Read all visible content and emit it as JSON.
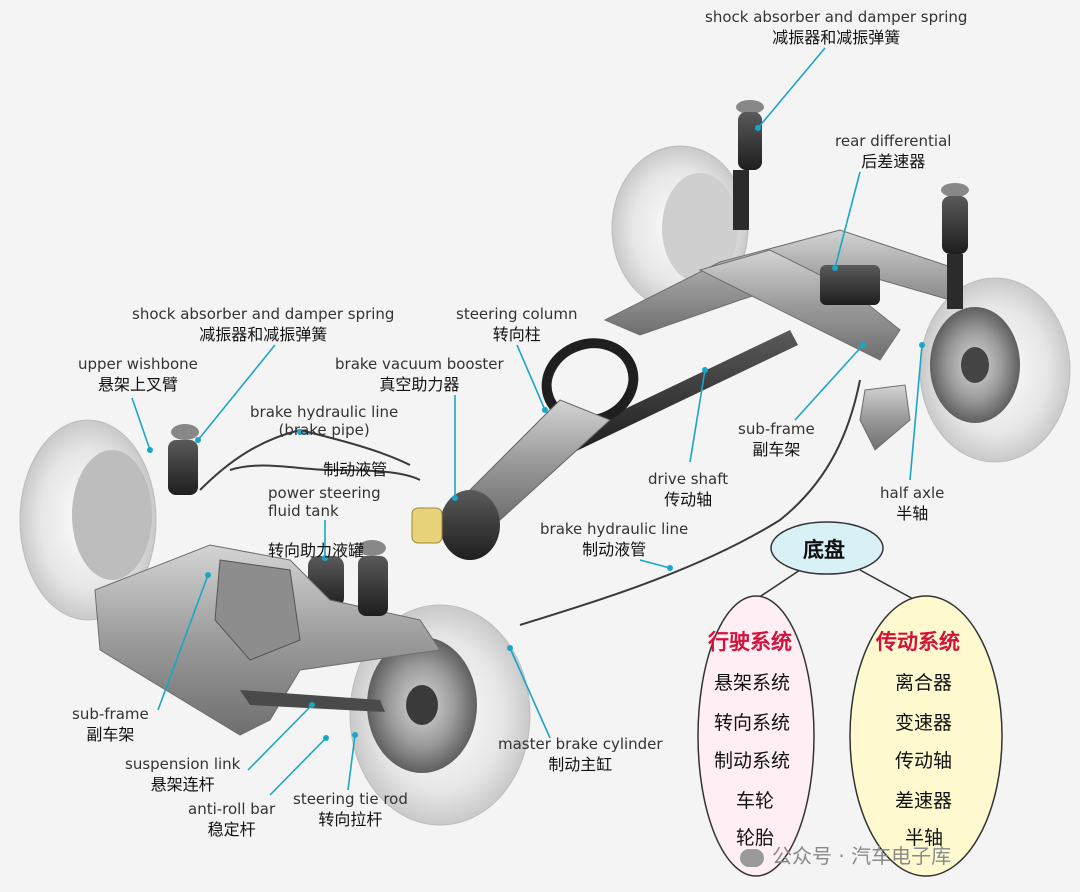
{
  "labels": [
    {
      "id": "shock_rear",
      "en": "shock absorber and damper spring",
      "zh": "减振器和减振弹簧"
    },
    {
      "id": "rear_diff",
      "en": "rear differential",
      "zh": "后差速器"
    },
    {
      "id": "shock_front",
      "en": "shock absorber and damper spring",
      "zh": "减振器和减振弹簧"
    },
    {
      "id": "upper_wishbone",
      "en": "upper wishbone",
      "zh": "悬架上叉臂"
    },
    {
      "id": "steering_column",
      "en": "steering column",
      "zh": "转向柱"
    },
    {
      "id": "brake_booster",
      "en": "brake vacuum booster",
      "zh": "真空助力器"
    },
    {
      "id": "brake_line_pipe",
      "en": "brake hydraulic line\n(brake pipe)",
      "zh": "制动液管"
    },
    {
      "id": "ps_tank",
      "en": "power steering\nfluid tank",
      "zh": "转向助力液罐"
    },
    {
      "id": "subframe_rear",
      "en": "sub-frame",
      "zh": "副车架"
    },
    {
      "id": "drive_shaft",
      "en": "drive shaft",
      "zh": "传动轴"
    },
    {
      "id": "half_axle",
      "en": "half axle",
      "zh": "半轴"
    },
    {
      "id": "brake_line",
      "en": "brake hydraulic line",
      "zh": "制动液管"
    },
    {
      "id": "subframe_front",
      "en": "sub-frame",
      "zh": "副车架"
    },
    {
      "id": "suspension_link",
      "en": "suspension link",
      "zh": "悬架连杆"
    },
    {
      "id": "anti_roll",
      "en": "anti-roll bar",
      "zh": "稳定杆"
    },
    {
      "id": "tie_rod",
      "en": "steering tie rod",
      "zh": "转向拉杆"
    },
    {
      "id": "master_cyl",
      "en": "master brake cylinder",
      "zh": "制动主缸"
    }
  ],
  "tree": {
    "root": "底盘",
    "left": {
      "title": "行驶系统",
      "items": [
        "悬架系统",
        "转向系统",
        "制动系统",
        "车轮",
        "轮胎"
      ]
    },
    "right": {
      "title": "传动系统",
      "items": [
        "离合器",
        "变速器",
        "传动轴",
        "差速器",
        "半轴"
      ]
    }
  },
  "watermark": "公众号 · 汽车电子库",
  "colors": {
    "leader": "#1aa6c8",
    "root_fill": "#d8f1f7",
    "left_fill": "#ffeef3",
    "right_fill": "#fff9cf",
    "accent_red": "#d3123b"
  }
}
